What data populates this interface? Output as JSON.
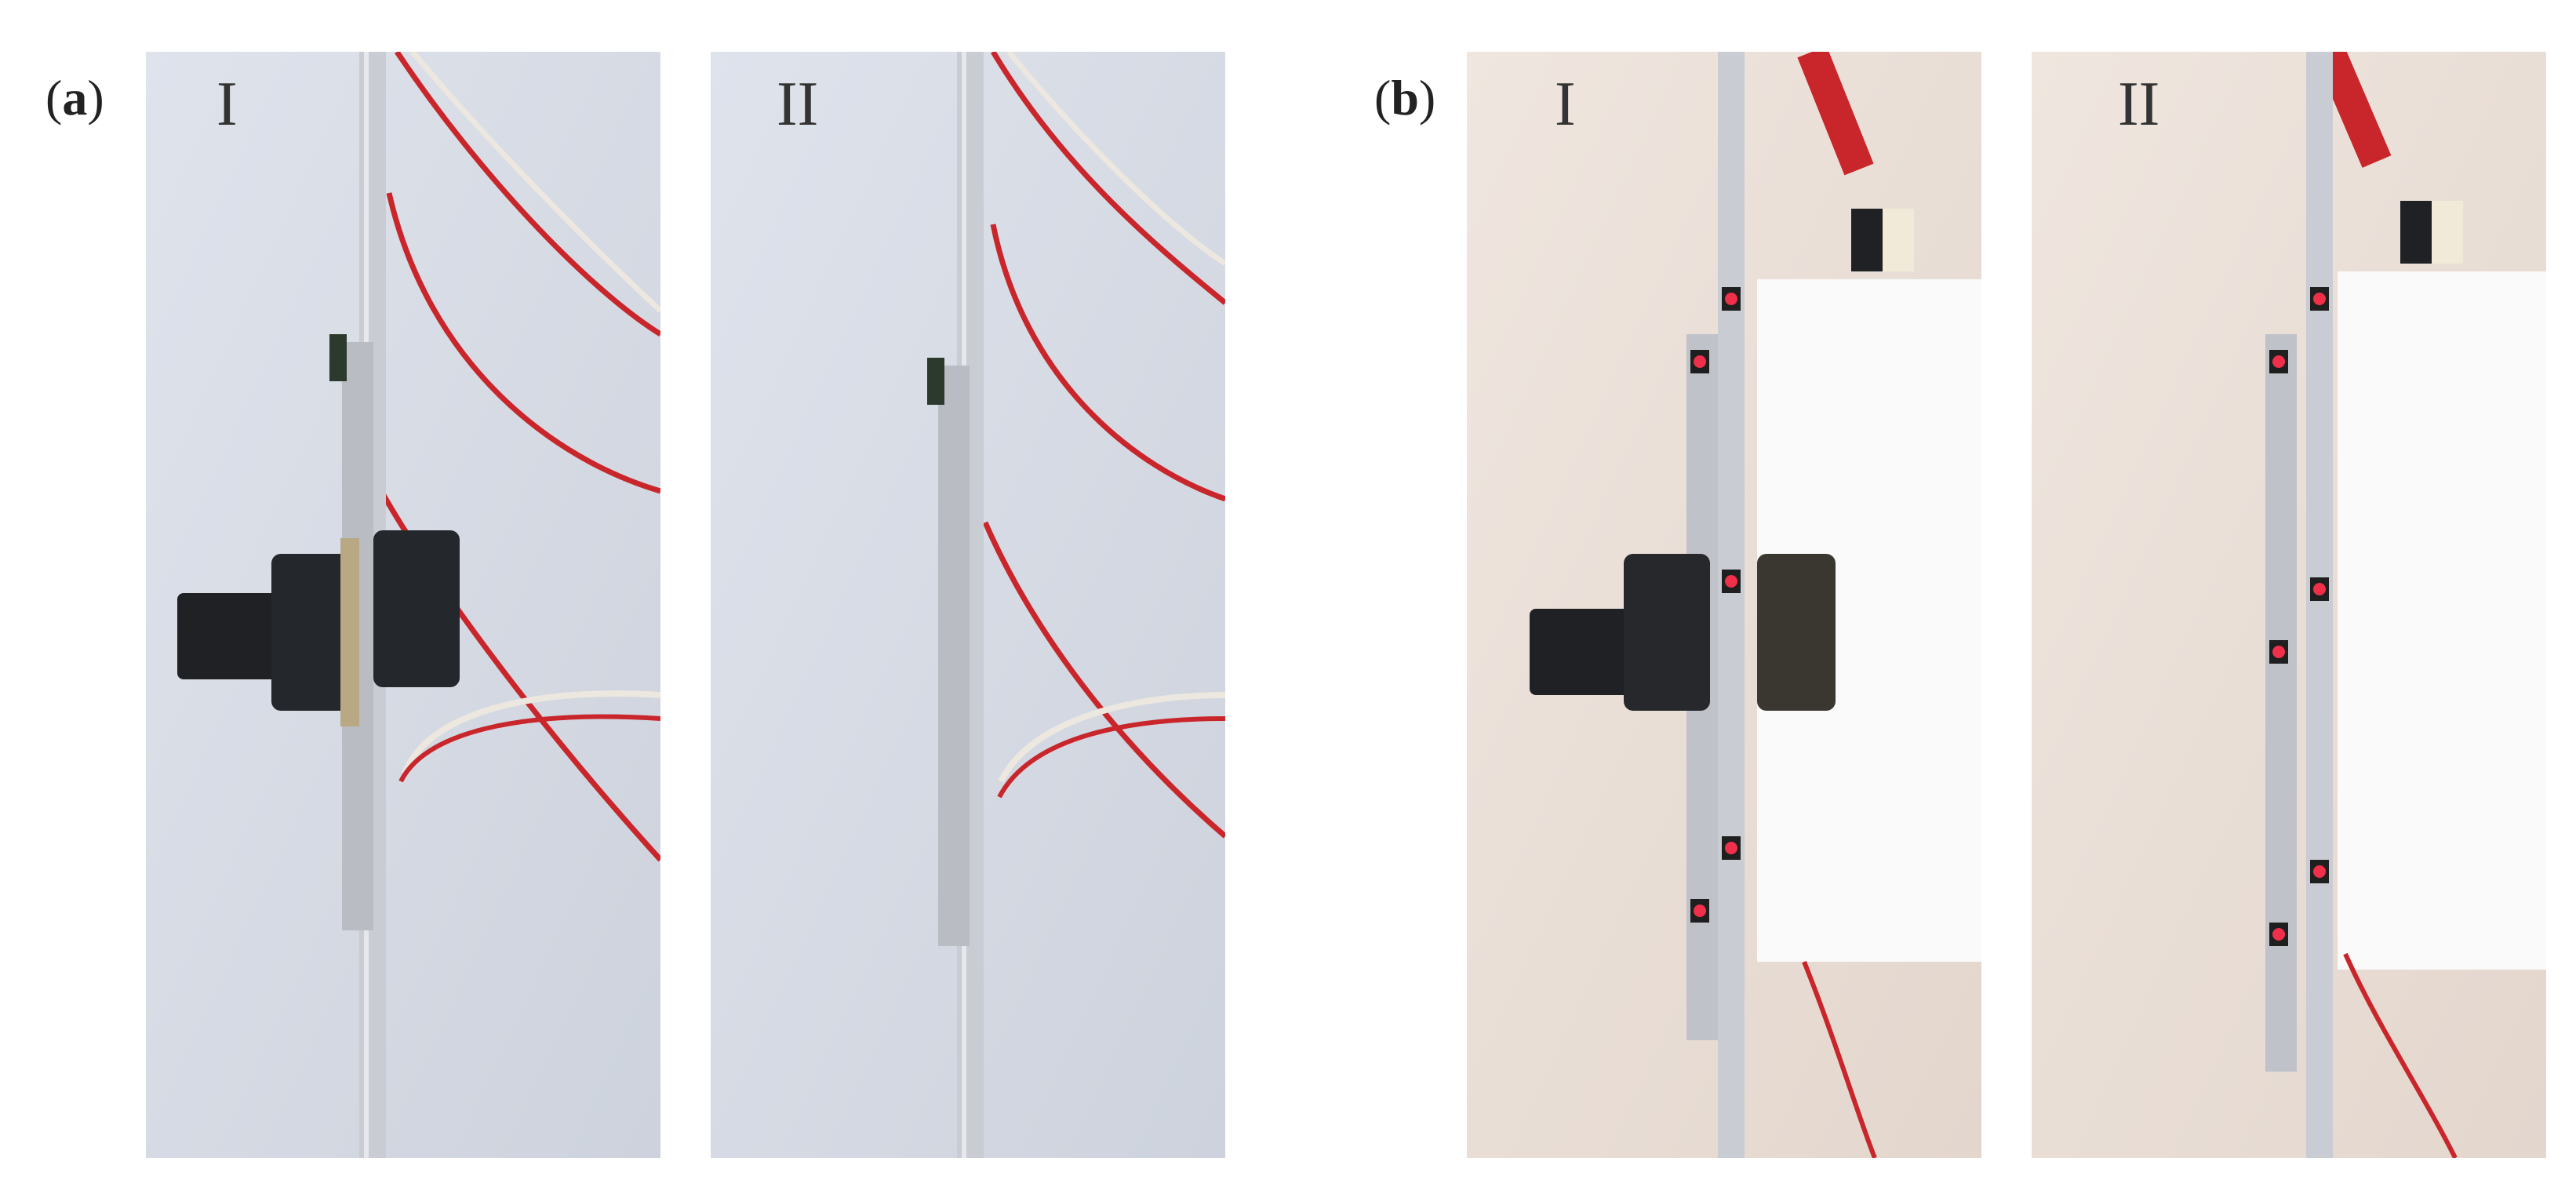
{
  "figure": {
    "panels": [
      {
        "label_open": "(",
        "label_letter": "a",
        "label_close": ")",
        "photos": [
          {
            "roman": "I"
          },
          {
            "roman": "II"
          }
        ]
      },
      {
        "label_open": "(",
        "label_letter": "b",
        "label_close": ")",
        "photos": [
          {
            "roman": "I"
          },
          {
            "roman": "II"
          }
        ]
      }
    ]
  },
  "colors": {
    "backdrop_a": "#d6dbe6",
    "backdrop_b": "#e9dfd8",
    "steel": "#c9ccd2",
    "wire_red": "#c9262b",
    "wire_white": "#ece7df",
    "bolt": "#1f2124",
    "marker": "#f0304a",
    "paper": "#fafafa"
  }
}
